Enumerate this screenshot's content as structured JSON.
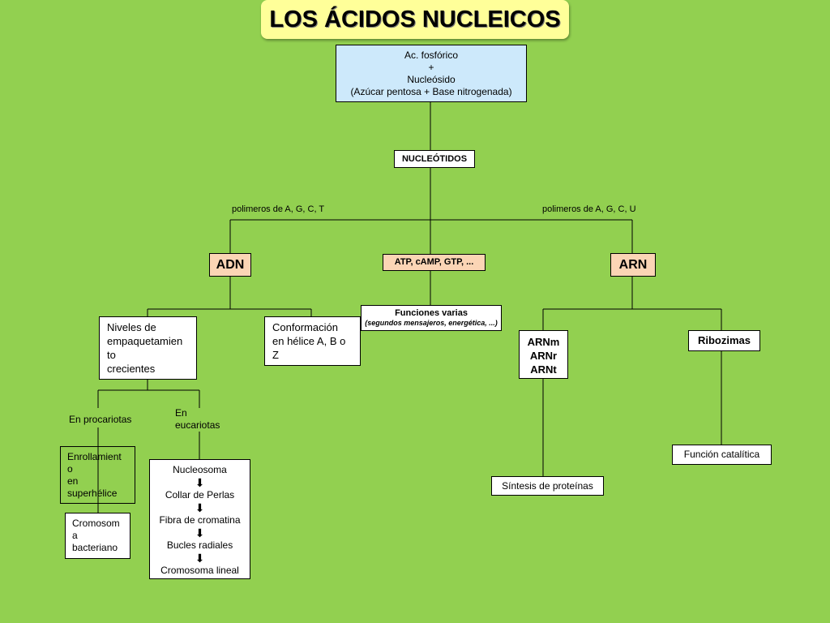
{
  "title": "LOS ÁCIDOS NUCLEICOS",
  "colors": {
    "background": "#92d050",
    "title_bg": "#ffff99",
    "top_box_bg": "#cde9fb",
    "highlight_box_bg": "#fbd5b5"
  },
  "top_box": {
    "lines": [
      "Ac. fosfórico",
      "+",
      "Nucleósido",
      "(Azúcar pentosa + Base  nitrogenada)"
    ]
  },
  "nucleotidos": "NUCLEÓTIDOS",
  "label_left": "polimeros de A, G, C, T",
  "label_right": "polimeros de A, G, C, U",
  "adn": "ADN",
  "atp": "ATP, cAMP, GTP, ...",
  "arn": "ARN",
  "funciones": {
    "title": "Funciones varias",
    "subtitle": "(segundos mensajeros, energética, ...)"
  },
  "niveles": [
    "Niveles de",
    "empaquetamien",
    "to",
    "crecientes"
  ],
  "conformacion": [
    "Conformación",
    "en hélice A, B o",
    "Z"
  ],
  "arn_types": [
    "ARNm",
    "ARNr",
    "ARNt"
  ],
  "ribozimas": "Ribozimas",
  "en_procariotas": "En procariotas",
  "en_eucariotas": [
    "En",
    "eucariotas"
  ],
  "enrollamiento": [
    "Enrollamient",
    "o",
    "en",
    "superhélice"
  ],
  "cromosoma_bacteriano": [
    "Cromosom",
    "a",
    "bacteriano"
  ],
  "eucariota_chain": [
    "Nucleosoma",
    "Collar de Perlas",
    "Fibra de cromatina",
    "Bucles radiales",
    "Cromosoma lineal"
  ],
  "arrow_glyph": "⬇",
  "sintesis": "Síntesis de proteínas",
  "funcion_catalitica": "Función catalítica"
}
